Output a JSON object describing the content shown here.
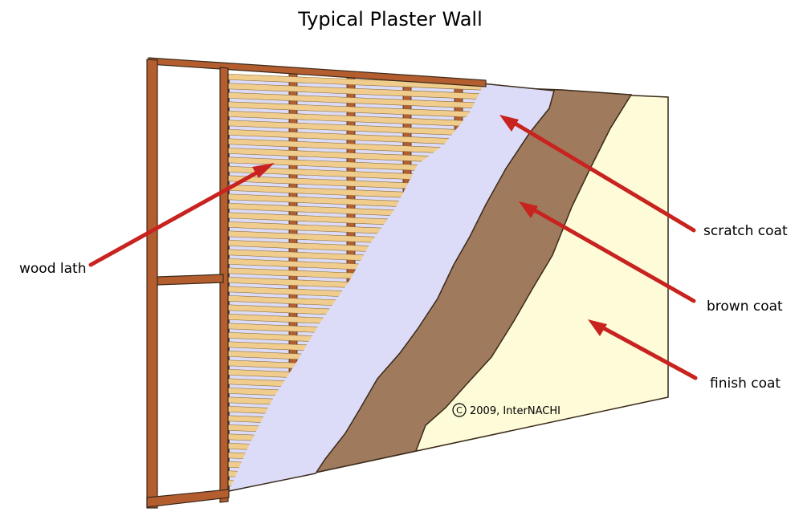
{
  "title": "Typical Plaster Wall",
  "labels": {
    "wood_lath": "wood lath",
    "scratch_coat": "scratch coat",
    "brown_coat": "brown coat",
    "finish_coat": "finish coat"
  },
  "copyright": "2009, InterNACHI",
  "colors": {
    "arrow": "#c8231f",
    "finish_coat": "#fdfbd8",
    "brown_coat": "#a07a5c",
    "scratch_coat": "#dcdcf8",
    "lath": "#f0cd8c",
    "stud": "#b45e30",
    "outline": "#3a2a1a"
  }
}
